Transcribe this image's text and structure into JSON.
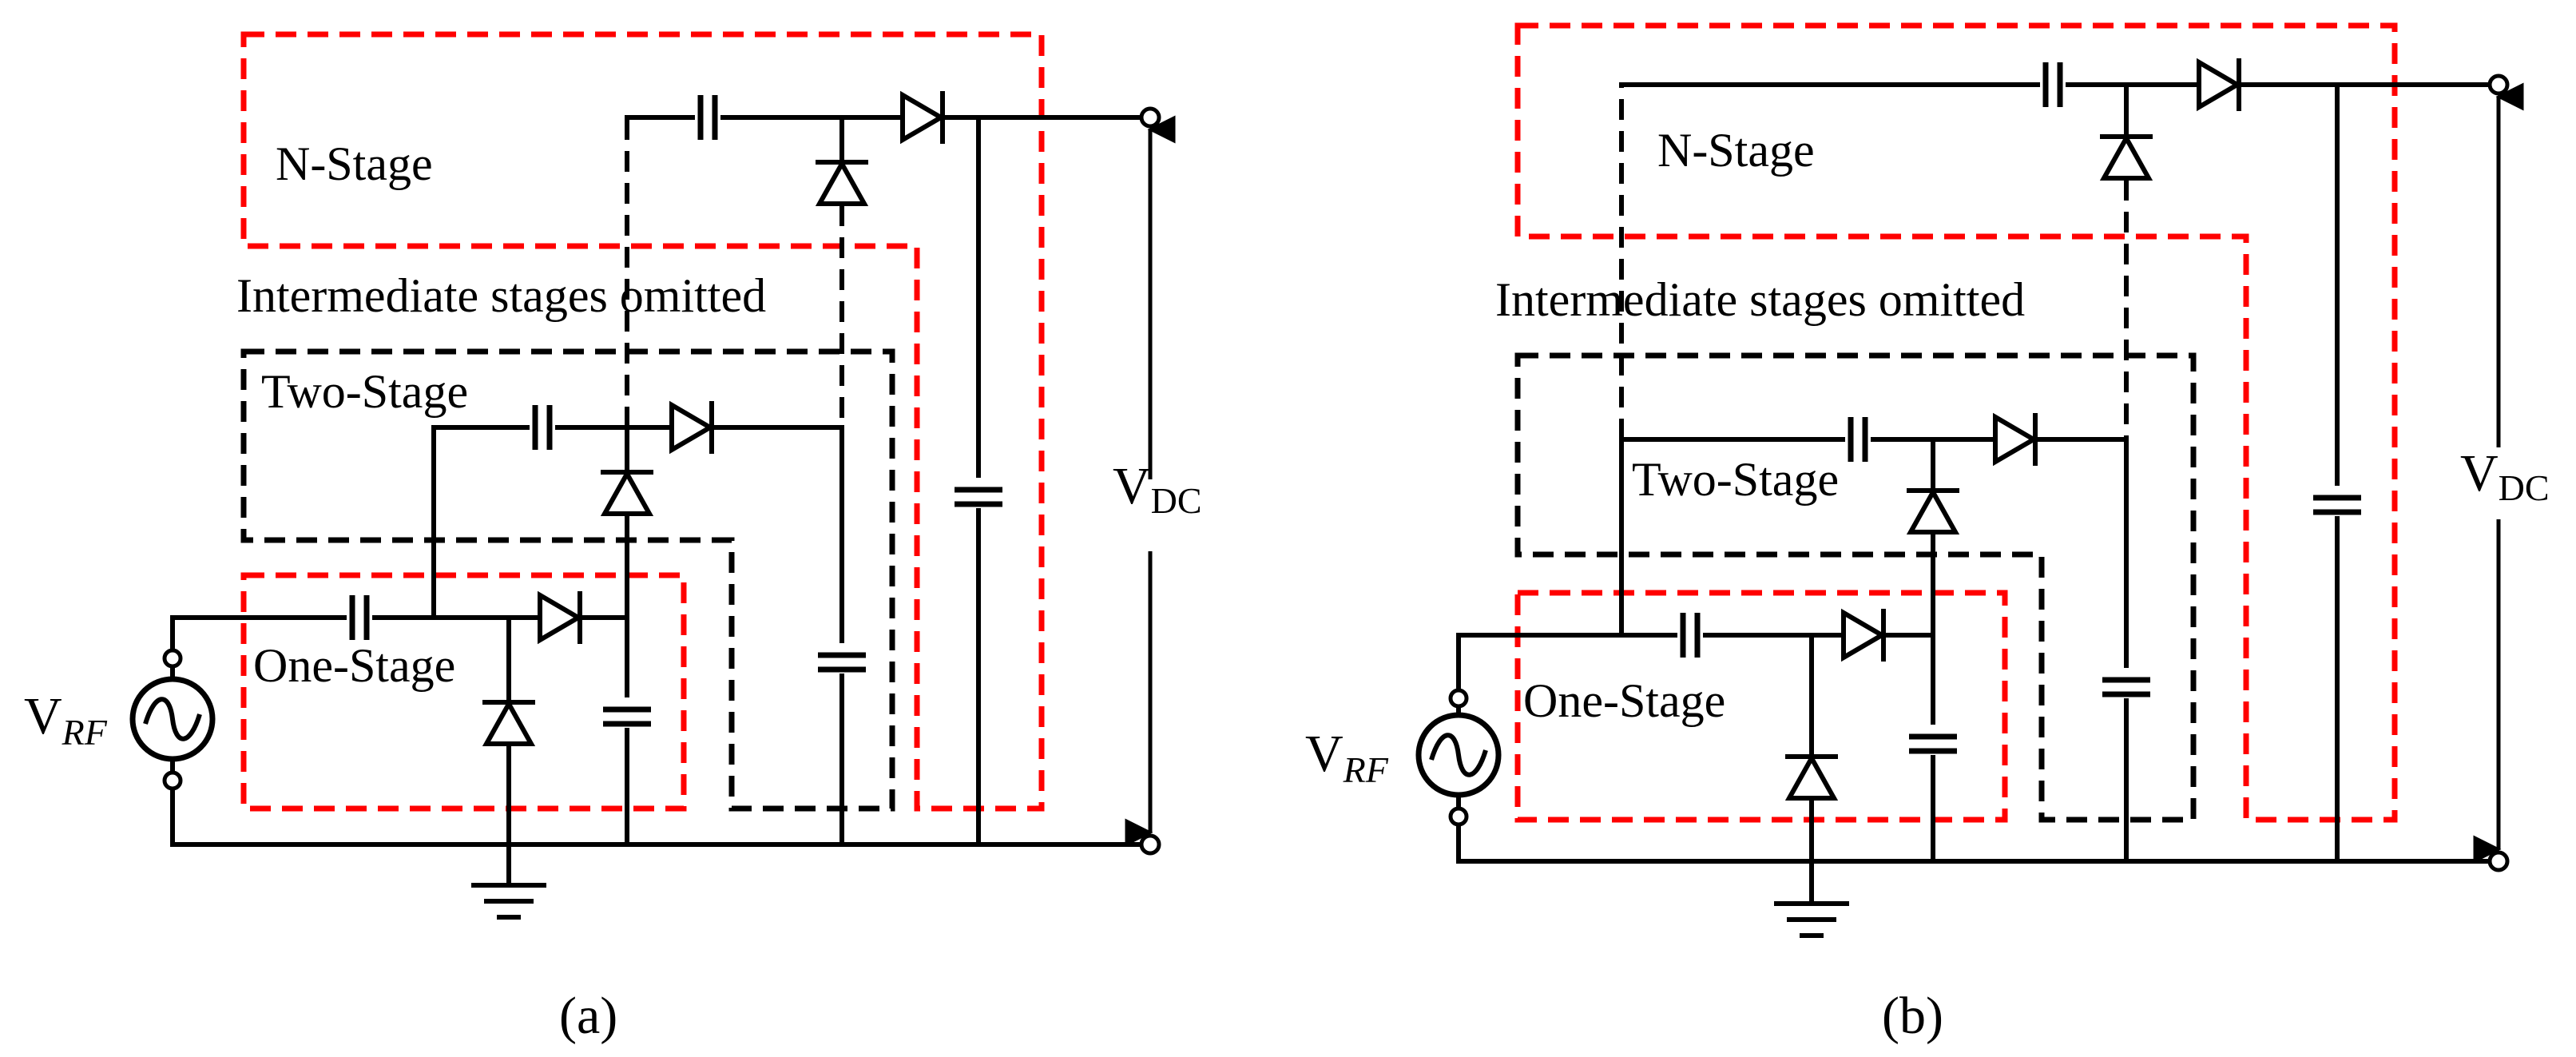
{
  "panels": [
    {
      "caption": "(a)",
      "labels": {
        "n_stage": "N-Stage",
        "intermediate": "Intermediate stages omitted",
        "two_stage": "Two-Stage",
        "one_stage": "One-Stage",
        "vdc_main": "V",
        "vdc_sub": "DC",
        "vrf_main": "V",
        "vrf_sub": "RF"
      }
    },
    {
      "caption": "(b)",
      "labels": {
        "n_stage": "N-Stage",
        "intermediate": "Intermediate stages omitted",
        "two_stage": "Two-Stage",
        "one_stage": "One-Stage",
        "vdc_main": "V",
        "vdc_sub": "DC",
        "vrf_main": "V",
        "vrf_sub": "RF"
      }
    }
  ],
  "colors": {
    "stage_box_red": "#ff0000",
    "stage_box_black": "#000000",
    "wire": "#000000"
  }
}
